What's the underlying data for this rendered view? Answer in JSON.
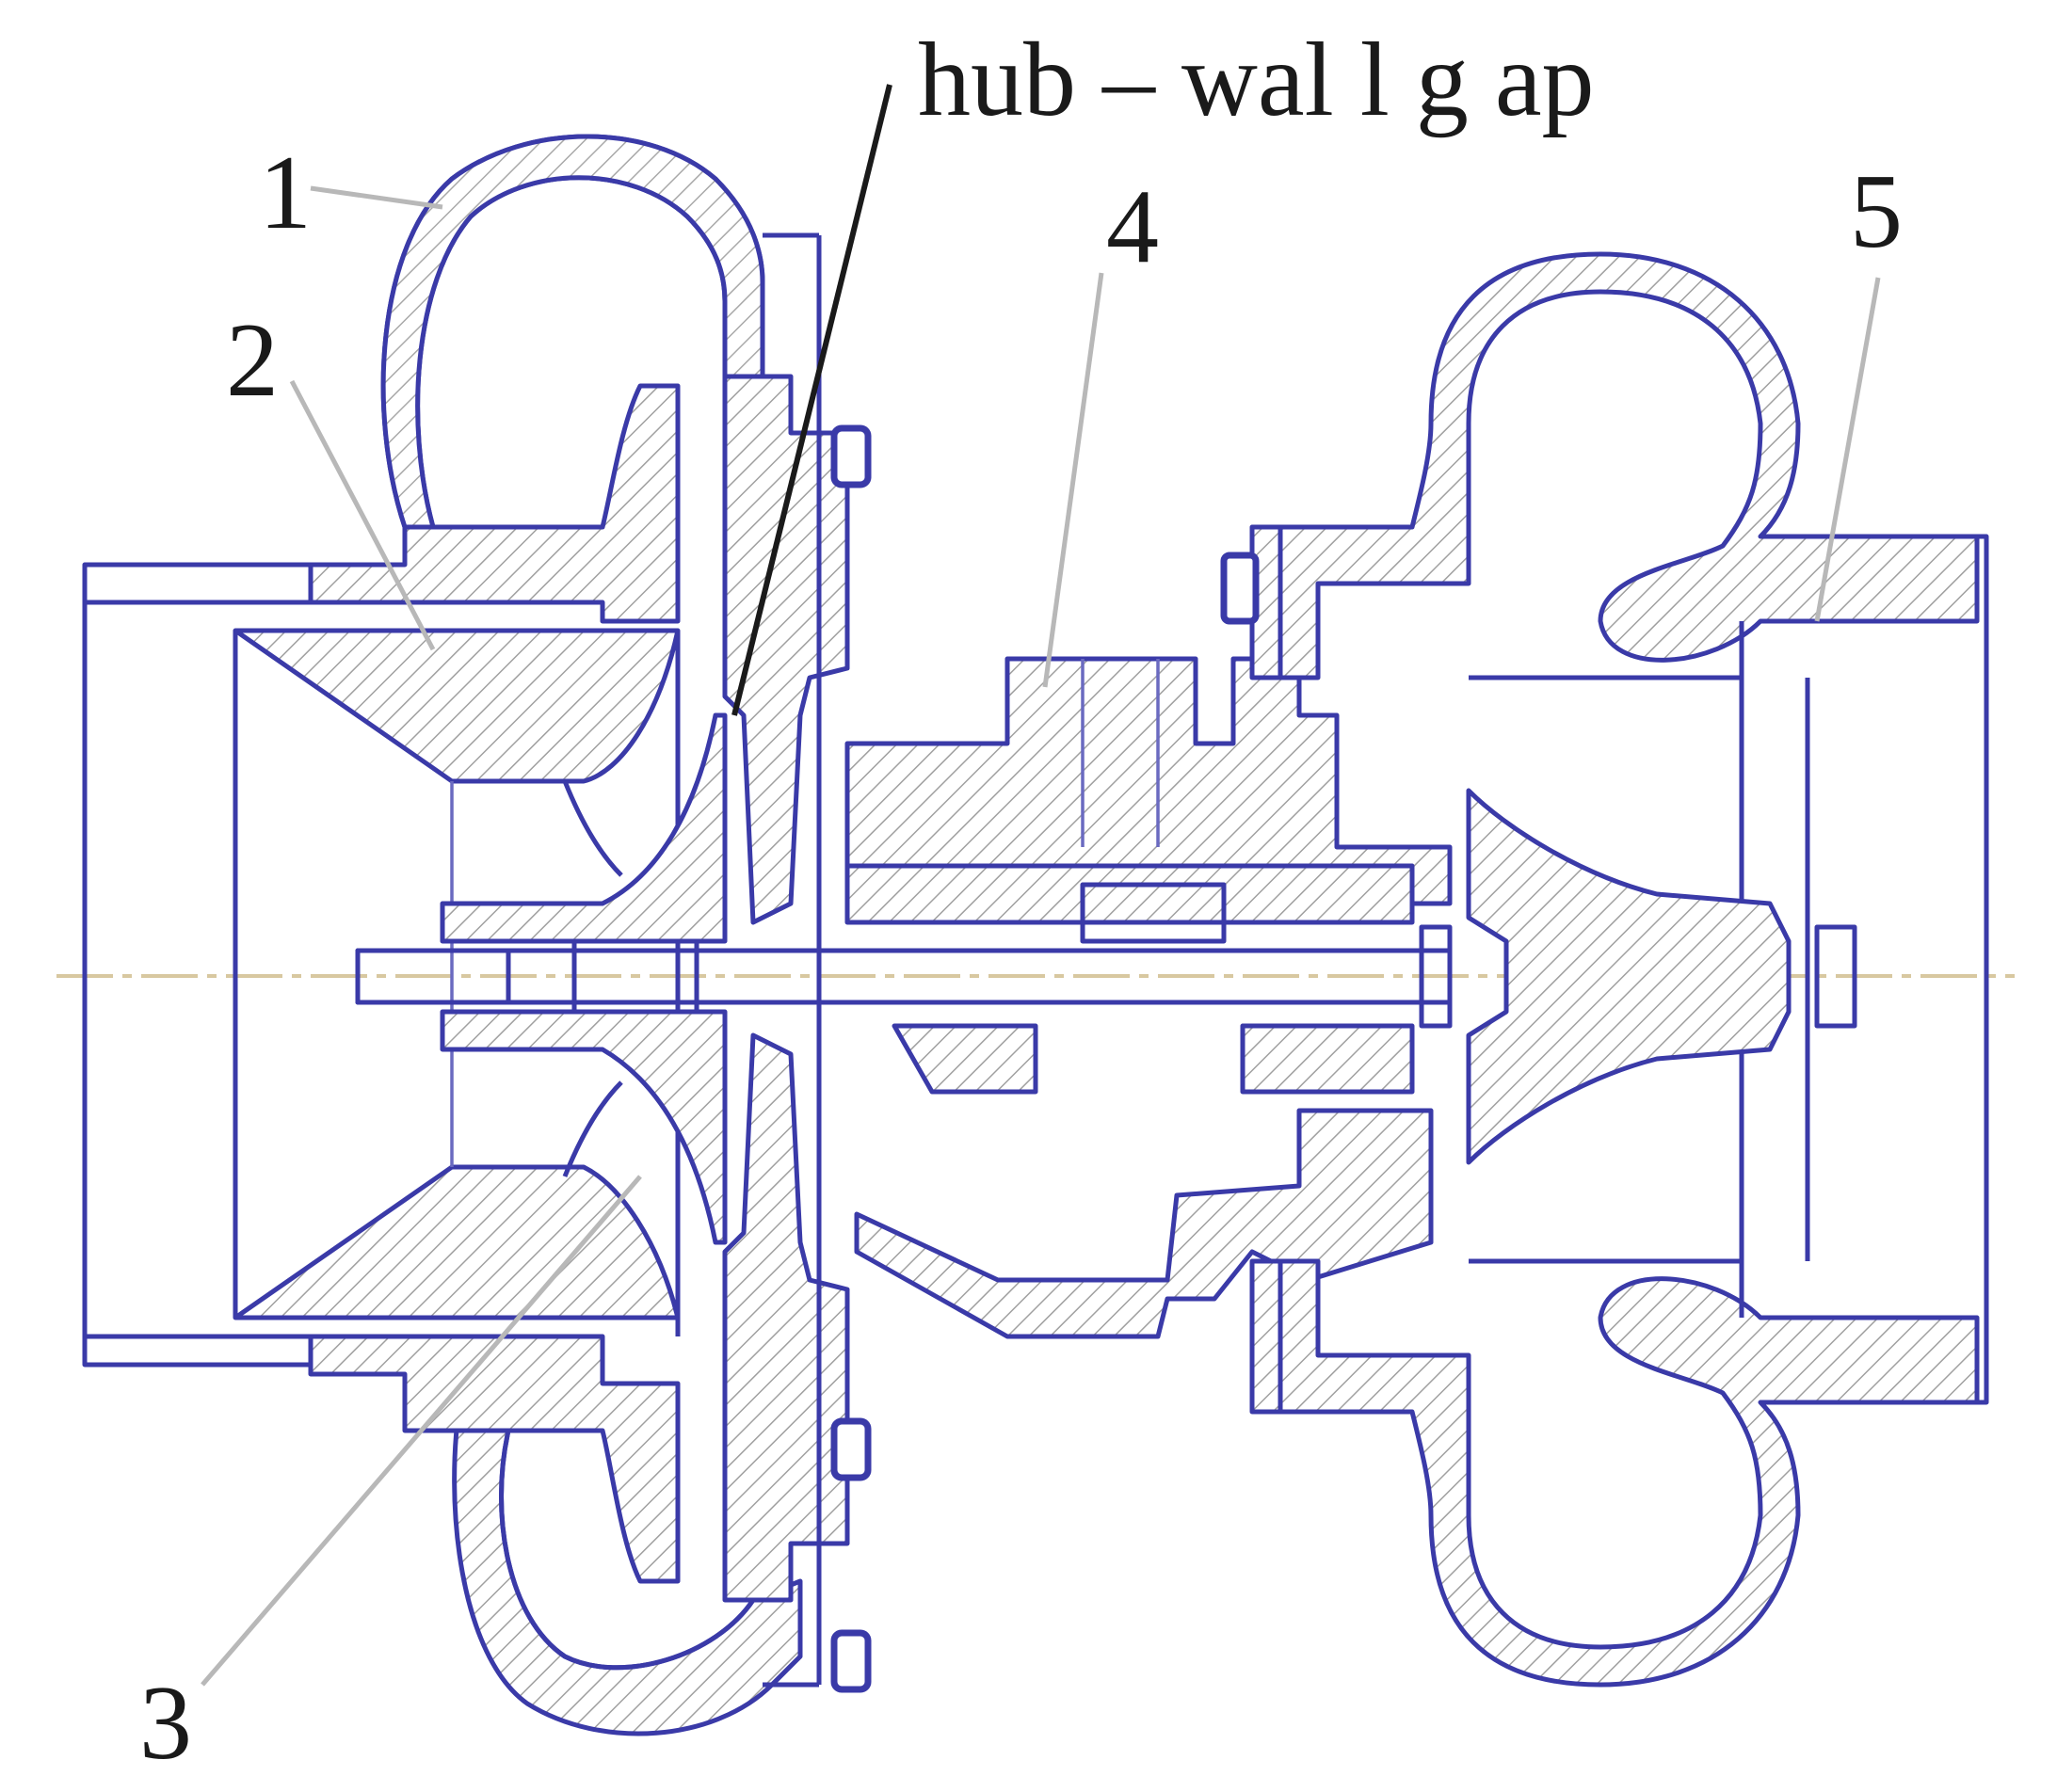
{
  "labels": {
    "hub_wall_gap": "hub – wal l g ap",
    "part_1": "1",
    "part_2": "2",
    "part_3": "3",
    "part_4": "4",
    "part_5": "5"
  },
  "colors": {
    "outline": "#3a3aa8",
    "hatch": "#9a9a9a",
    "leader": "#b8b8b8",
    "text": "#1a1a1a",
    "axis": "#d8c8a0"
  }
}
